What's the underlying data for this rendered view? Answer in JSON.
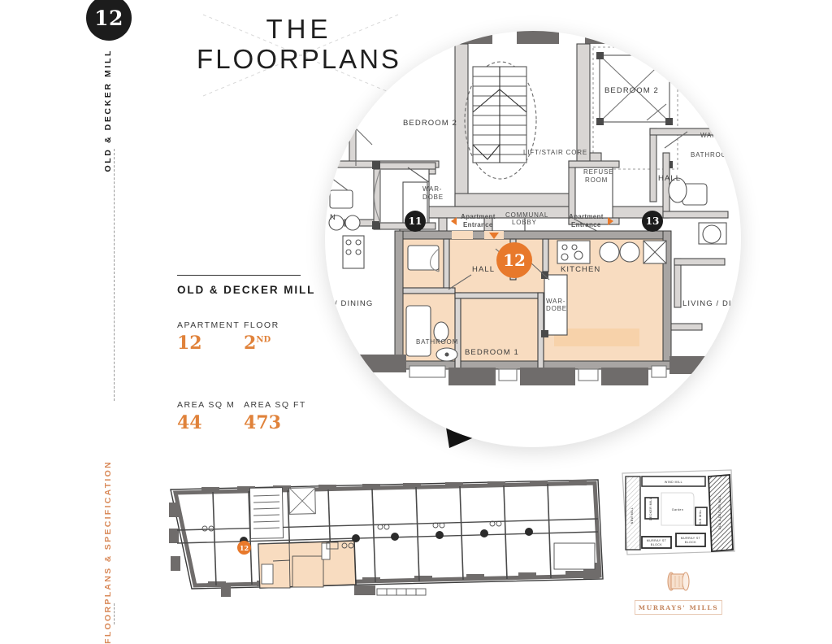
{
  "page": {
    "number": "12",
    "rail_top_label": "OLD & DECKER MILL",
    "rail_bottom_label": "FLOORPLANS & SPECIFICATION"
  },
  "title": {
    "line1": "THE",
    "line2": "FLOORPLANS"
  },
  "info": {
    "heading": "OLD & DECKER MILL",
    "stats": [
      {
        "label": "APARTMENT",
        "value": "12",
        "suffix": ""
      },
      {
        "label": "FLOOR",
        "value": "2",
        "suffix": "ND"
      },
      {
        "label": "AREA SQ M",
        "value": "44",
        "suffix": ""
      },
      {
        "label": "AREA SQ FT",
        "value": "473",
        "suffix": ""
      }
    ]
  },
  "plan": {
    "markers": [
      {
        "id": "11",
        "style": "dark"
      },
      {
        "id": "12",
        "style": "highlight"
      },
      {
        "id": "13",
        "style": "dark"
      }
    ],
    "entrances": [
      {
        "label_line1": "Apartment",
        "label_line2": "Entrance",
        "direction": "left"
      },
      {
        "label_line1": "Apartment",
        "label_line2": "Entrance",
        "direction": "right"
      }
    ],
    "room_labels": [
      "BEDROOM 2",
      "BEDROOM 2",
      "WAR-",
      "DOBE",
      "LIFT/STAIR CORE",
      "REFUSE",
      "ROOM",
      "HALL",
      "BATHROOM",
      "COMMUNAL",
      "LOBBY",
      "HALL",
      "KITCHEN",
      "BEDROOM 1",
      "BATHROOM",
      "WAR-",
      "DOBE",
      "LIVING / DINING",
      "/ DINING",
      "WAR-",
      "BATHROOM",
      "N"
    ],
    "highlighted_apartment": "12",
    "highlight_color": "#f8dcc0",
    "marker_color": "#e8792b"
  },
  "overview": {
    "highlighted_unit": "12",
    "caption": ""
  },
  "sitemap": {
    "blocks": [
      "WIND MILL",
      "NEW MILL",
      "OLD & DECKER MILL",
      "MURRAY ST BLOCK",
      "MURRAY ST BLOCK",
      "DECKER MILL",
      "Garden",
      "OLD MILL"
    ]
  },
  "brand": {
    "name": "MURRAYS' MILLS",
    "icon": "bobbin-icon"
  }
}
